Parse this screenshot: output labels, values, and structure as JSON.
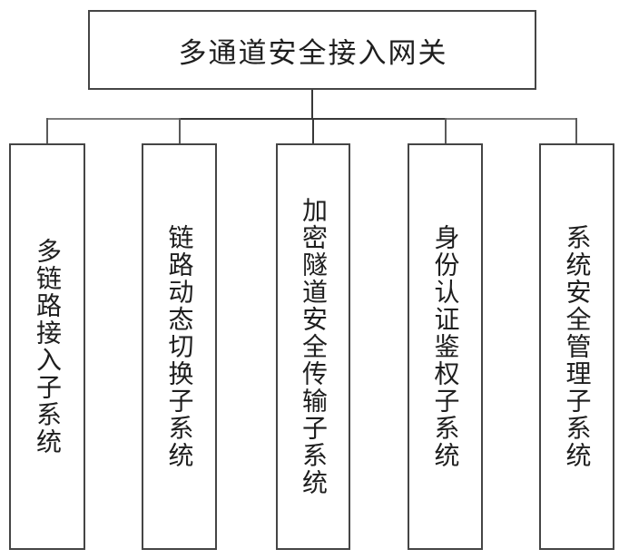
{
  "diagram": {
    "type": "tree",
    "root": {
      "label": "多通道安全接入网关"
    },
    "children": [
      {
        "label": "多链路接入子系统"
      },
      {
        "label": "链路动态切换子系统"
      },
      {
        "label": "加密隧道安全传输子系统"
      },
      {
        "label": "身份认证鉴权子系统"
      },
      {
        "label": "系统安全管理子系统"
      }
    ],
    "colors": {
      "background": "#ffffff",
      "border": "#454545",
      "connector": "#5a5a5a",
      "connector_dark": "#383838",
      "text": "#1e1e1e"
    }
  }
}
